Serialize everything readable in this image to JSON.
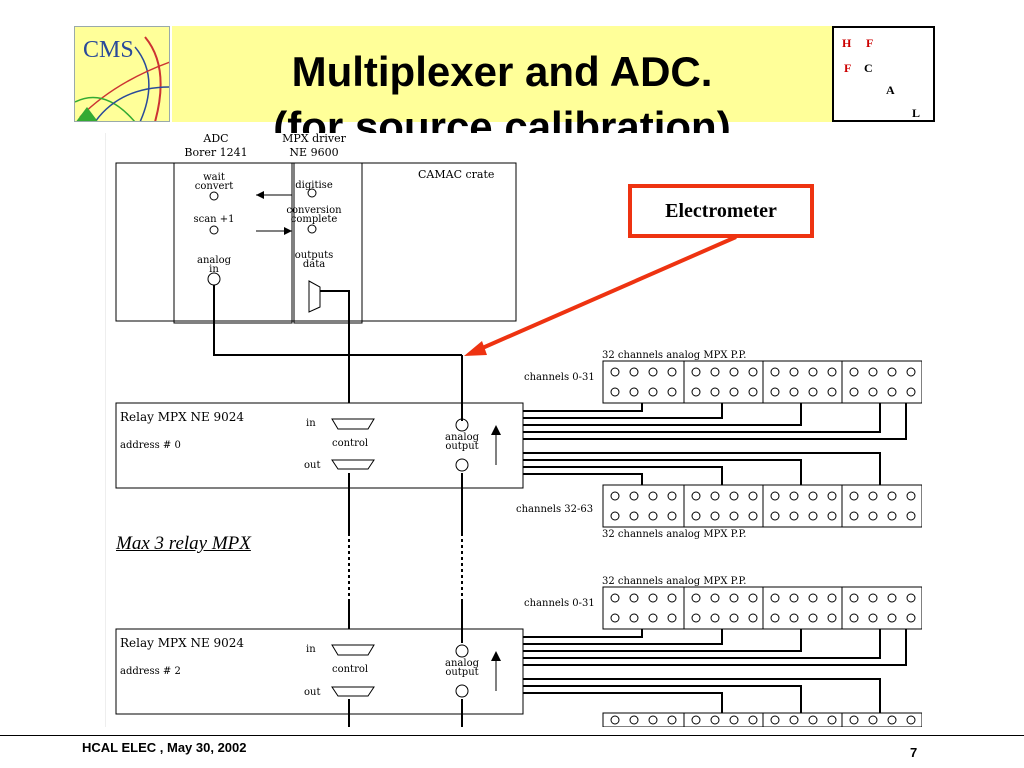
{
  "header": {
    "logo_text": "CMS",
    "title_line1": "Multiplexer and ADC.",
    "title_line2": "(for source calibration)",
    "hfcal": {
      "h": "H",
      "f1": "F",
      "f2": "F",
      "c": "C",
      "a": "A",
      "l": "L"
    }
  },
  "colors": {
    "title_bg": "#ffff99",
    "accent_red": "#ee3311",
    "hfcal_red": "#cc0000"
  },
  "diagram": {
    "adc_label": "ADC",
    "adc_model": "Borer 1241",
    "mpx_driver_label": "MPX driver",
    "mpx_driver_model": "NE 9600",
    "camac_crate": "CAMAC crate",
    "wait_convert": [
      "wait",
      "convert"
    ],
    "scan_plus1": "scan +1",
    "analog_in": [
      "analog",
      "in"
    ],
    "digitise": "digitise",
    "conversion_complete": [
      "conversion",
      "complete"
    ],
    "outputs_data": [
      "outputs",
      "data"
    ],
    "electrometer": "Electrometer",
    "max_relay": "Max 3 relay MPX",
    "relays": [
      {
        "name": "Relay MPX NE 9024",
        "address": "address # 0",
        "in": "in",
        "control": "control",
        "out": "out",
        "analog_output": [
          "analog",
          "output"
        ]
      },
      {
        "name": "Relay MPX NE 9024",
        "address": "address # 2",
        "in": "in",
        "control": "control",
        "out": "out",
        "analog_output": [
          "analog",
          "output"
        ]
      }
    ],
    "patch_panels": [
      {
        "title": "32 channels analog MPX P.P.",
        "channels": "channels 0-31"
      },
      {
        "title": "32 channels analog MPX P.P.",
        "channels": "channels 32-63"
      },
      {
        "title": "32 channels analog MPX P.P.",
        "channels": "channels 0-31"
      }
    ]
  },
  "footer": {
    "left": "HCAL ELEC  , May 30, 2002",
    "page": "7"
  }
}
